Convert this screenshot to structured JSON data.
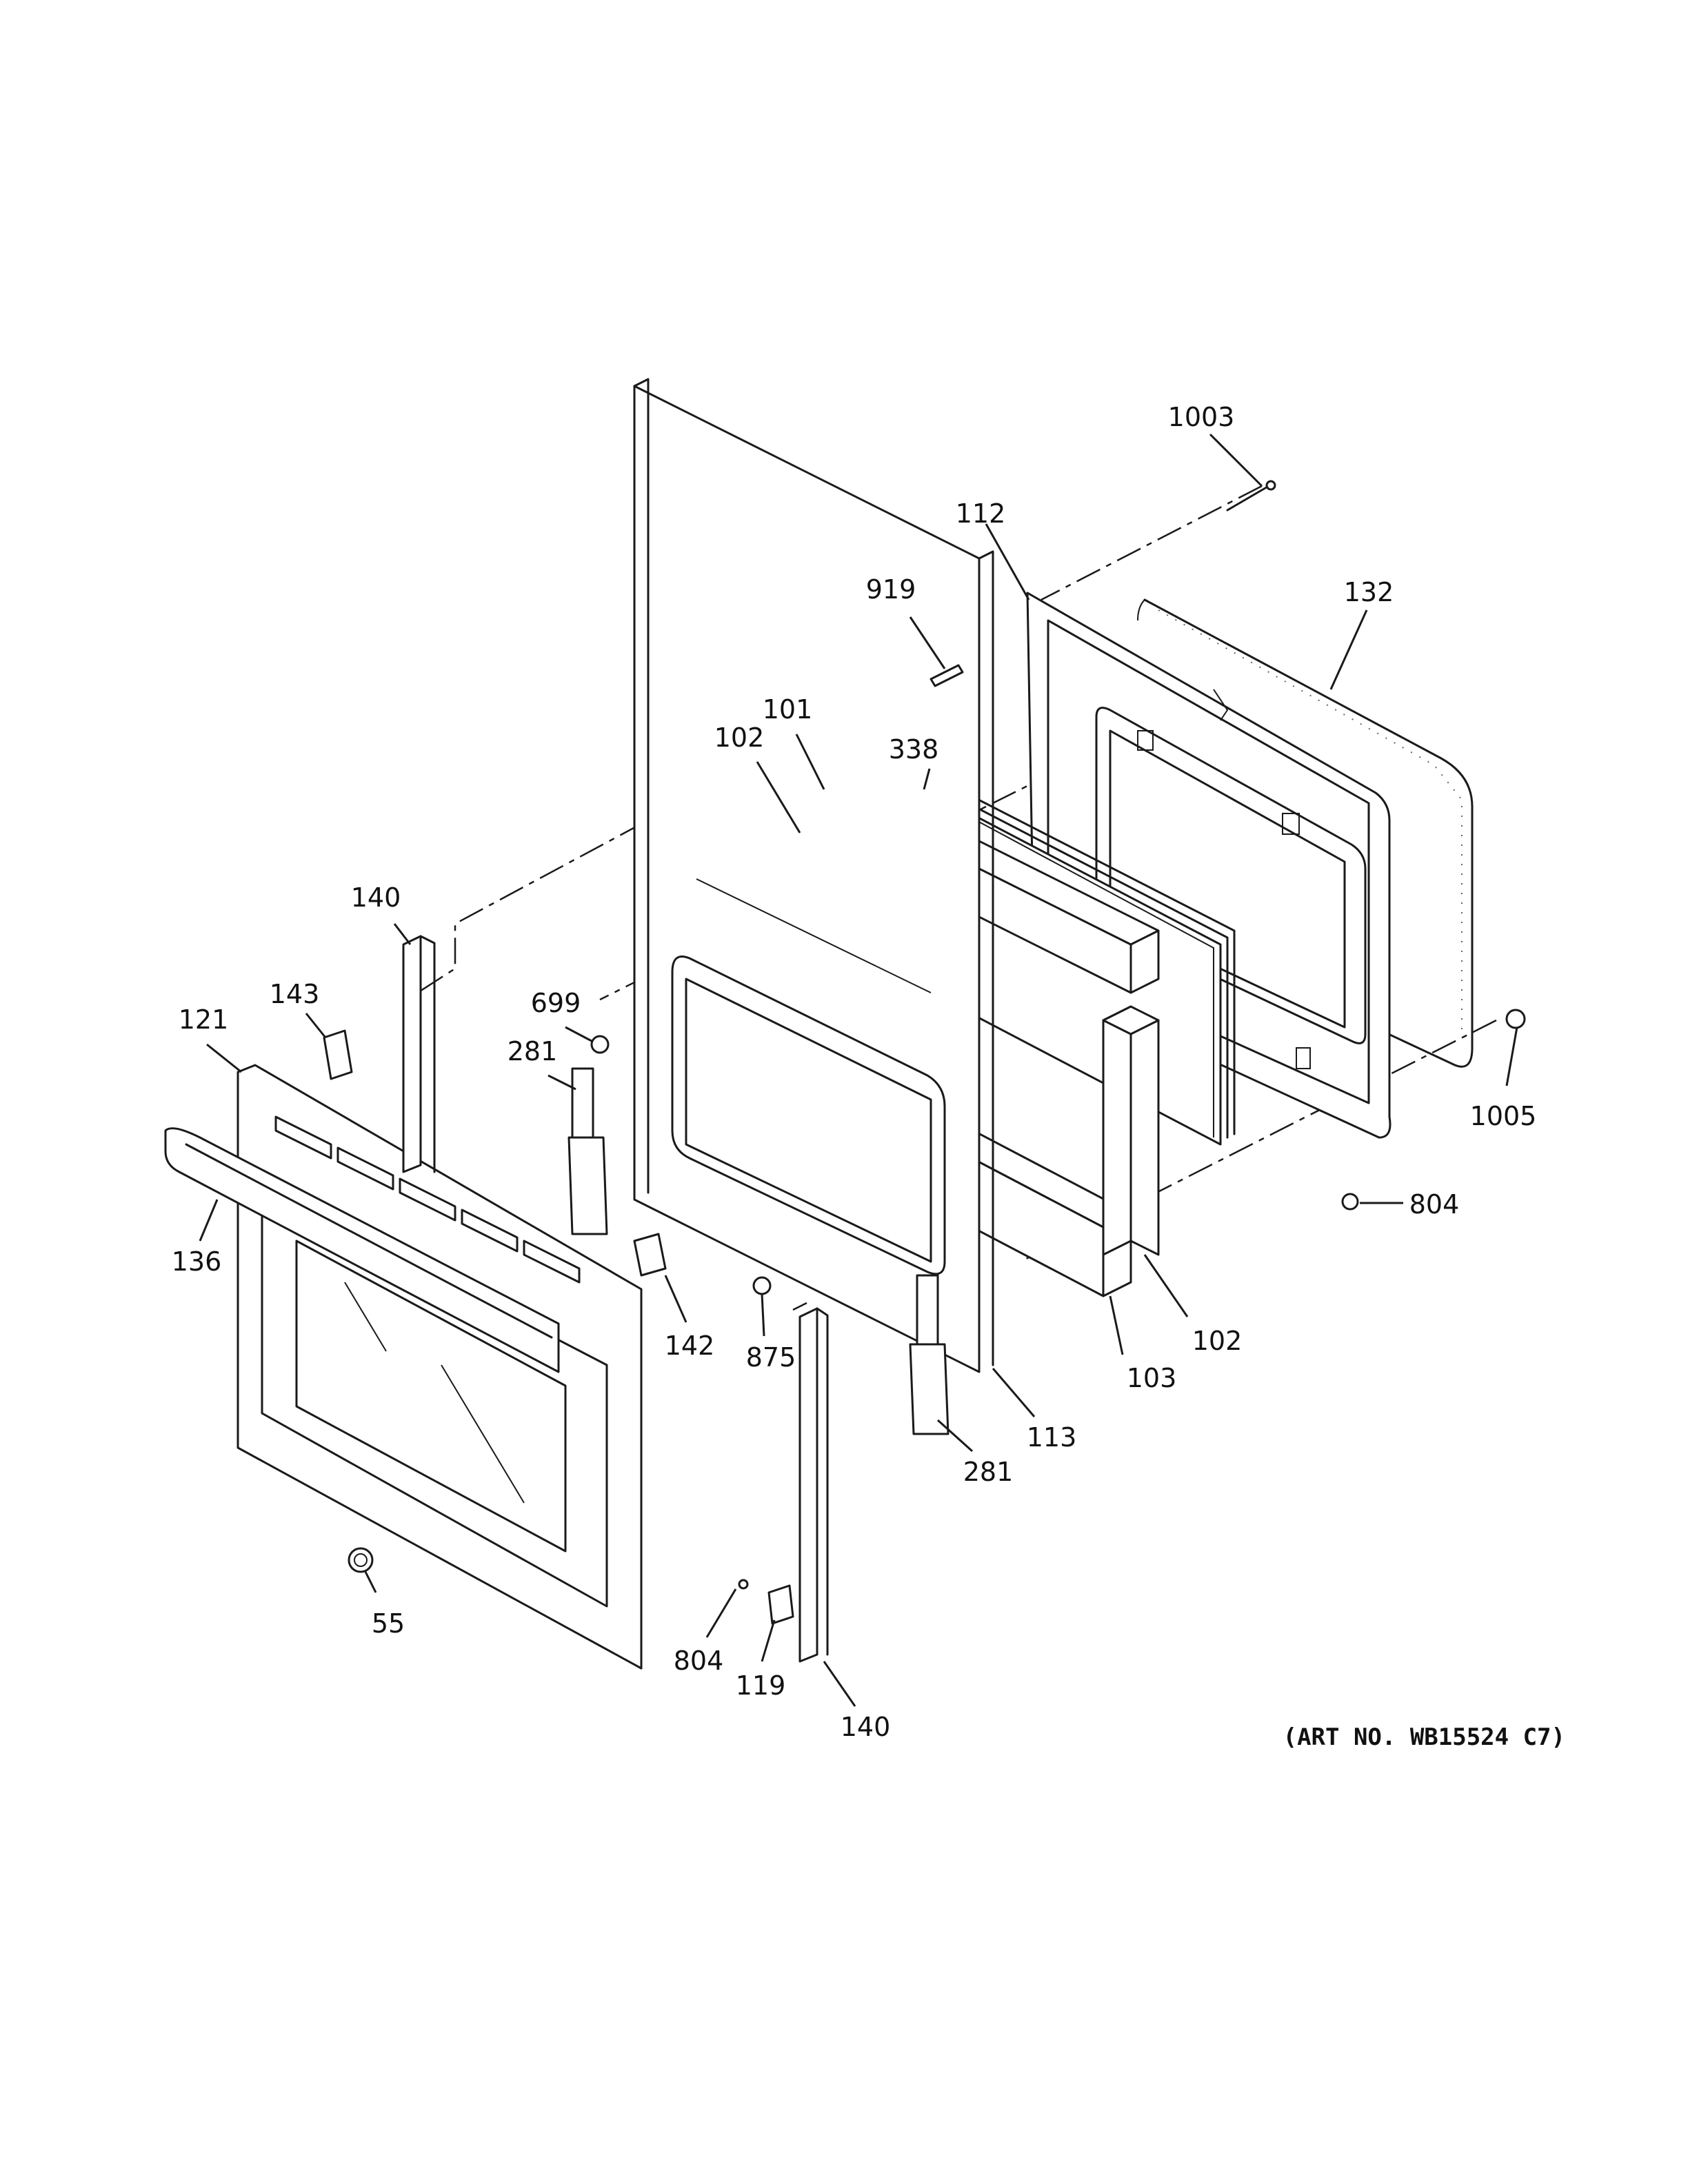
{
  "art_number": "(ART NO. WB15524 C7)",
  "callouts": {
    "p1003": "1003",
    "p112": "112",
    "p132": "132",
    "p919": "919",
    "p101": "101",
    "p102_upper": "102",
    "p338": "338",
    "p140_upper": "140",
    "p143": "143",
    "p121": "121",
    "p699": "699",
    "p281_upper": "281",
    "p1005": "1005",
    "p804_right": "804",
    "p136": "136",
    "p142": "142",
    "p875": "875",
    "p102_lower": "102",
    "p103": "103",
    "p113": "113",
    "p281_lower": "281",
    "p55": "55",
    "p804_lower": "804",
    "p119": "119",
    "p140_lower": "140"
  }
}
